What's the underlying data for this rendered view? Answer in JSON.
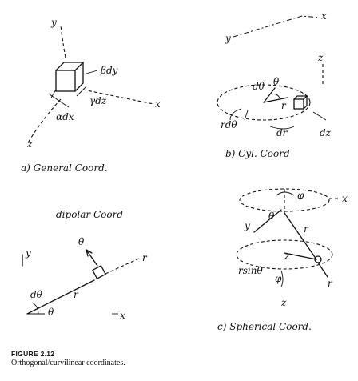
{
  "figure": {
    "label": "FIGURE 2.12",
    "caption": "Orthogonal/curvilinear coordinates."
  },
  "panel_a": {
    "axis_y": "y",
    "axis_x": "x",
    "axis_z": "z",
    "beta_dy": "βdy",
    "gamma_dz": "γdz",
    "alpha_dx": "αdx",
    "title": "a) General Coord."
  },
  "panel_b": {
    "axis_y": "y",
    "axis_x": "x",
    "axis_z": "z",
    "dtheta": "dθ",
    "theta": "θ",
    "r": "r",
    "rdtheta": "rdθ",
    "dr": "dr",
    "dz": "dz",
    "title": "b) Cyl. Coord"
  },
  "panel_c": {
    "title": "dipolar Coord",
    "axis_y": "y",
    "axis_x": "x",
    "theta_vec": "θ",
    "r_vec": "r",
    "dtheta": "dθ",
    "theta": "θ",
    "r": "r"
  },
  "panel_d": {
    "axis_x": "x",
    "phi_top": "φ",
    "axis_y": "y",
    "theta_top": "θ",
    "r_mid": "r",
    "z_small": "z",
    "rsintheta": "rsinθ",
    "phi_vec": "φ",
    "r_vec": "r",
    "axis_z": "z",
    "title": "c) Spherical Coord."
  }
}
